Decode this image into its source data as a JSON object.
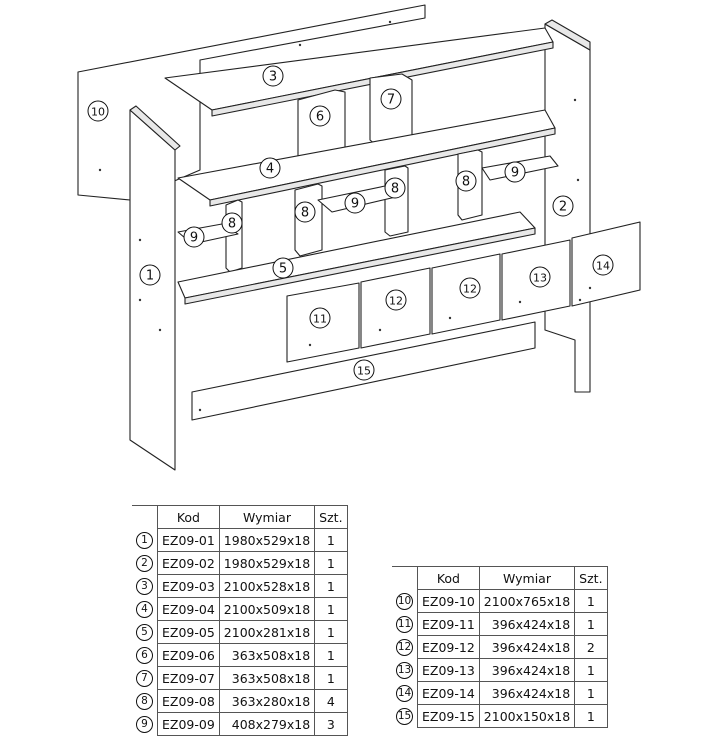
{
  "labels": [
    "1",
    "2",
    "3",
    "4",
    "5",
    "6",
    "7",
    "8",
    "9",
    "10",
    "11",
    "12",
    "13",
    "14",
    "15"
  ],
  "table_headers": {
    "code": "Kod",
    "size": "Wymiar",
    "qty": "Szt."
  },
  "parts_left": [
    {
      "num": "1",
      "code": "EZ09-01",
      "size": "1980x529x18",
      "qty": "1"
    },
    {
      "num": "2",
      "code": "EZ09-02",
      "size": "1980x529x18",
      "qty": "1"
    },
    {
      "num": "3",
      "code": "EZ09-03",
      "size": "2100x528x18",
      "qty": "1"
    },
    {
      "num": "4",
      "code": "EZ09-04",
      "size": "2100x509x18",
      "qty": "1"
    },
    {
      "num": "5",
      "code": "EZ09-05",
      "size": "2100x281x18",
      "qty": "1"
    },
    {
      "num": "6",
      "code": "EZ09-06",
      "size": "363x508x18",
      "qty": "1"
    },
    {
      "num": "7",
      "code": "EZ09-07",
      "size": "363x508x18",
      "qty": "1"
    },
    {
      "num": "8",
      "code": "EZ09-08",
      "size": "363x280x18",
      "qty": "4"
    },
    {
      "num": "9",
      "code": "EZ09-09",
      "size": "408x279x18",
      "qty": "3"
    }
  ],
  "parts_right": [
    {
      "num": "10",
      "code": "EZ09-10",
      "size": "2100x765x18",
      "qty": "1"
    },
    {
      "num": "11",
      "code": "EZ09-11",
      "size": "396x424x18",
      "qty": "1"
    },
    {
      "num": "12",
      "code": "EZ09-12",
      "size": "396x424x18",
      "qty": "2"
    },
    {
      "num": "13",
      "code": "EZ09-13",
      "size": "396x424x18",
      "qty": "1"
    },
    {
      "num": "14",
      "code": "EZ09-14",
      "size": "396x424x18",
      "qty": "1"
    },
    {
      "num": "15",
      "code": "EZ09-15",
      "size": "2100x150x18",
      "qty": "1"
    }
  ]
}
